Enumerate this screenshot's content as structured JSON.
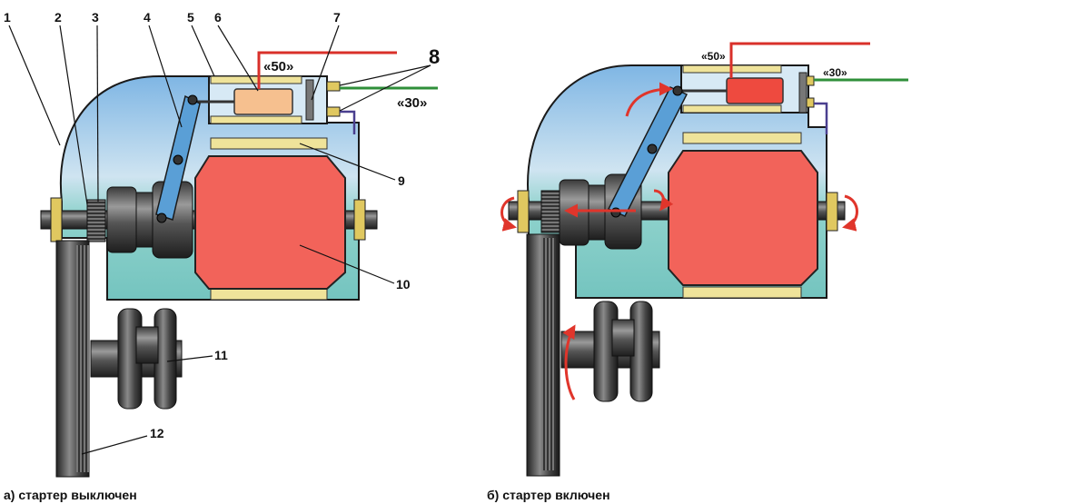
{
  "panels": {
    "a": {
      "caption": "а) стартер выключен",
      "terminal_50": "«50»",
      "terminal_30": "«30»"
    },
    "b": {
      "caption": "б) стартер включен",
      "terminal_50": "«50»",
      "terminal_30": "«30»"
    }
  },
  "callouts": [
    "1",
    "2",
    "3",
    "4",
    "5",
    "6",
    "7",
    "8",
    "9",
    "10",
    "11",
    "12"
  ],
  "colors": {
    "housing_top": "#8fc3e8",
    "housing_bottom": "#7fc9c4",
    "armature": "#f2635a",
    "winding": "#efe39a",
    "solenoid_off": "#f6c08f",
    "solenoid_on": "#ee4a3f",
    "lever": "#5a9fd6",
    "wire_50": "#d9302a",
    "wire_30": "#2f8f3a",
    "wire_ground": "#4a3f8f",
    "rotation_arrow": "#e0352b",
    "metal_dark": "#2a2a2a"
  }
}
